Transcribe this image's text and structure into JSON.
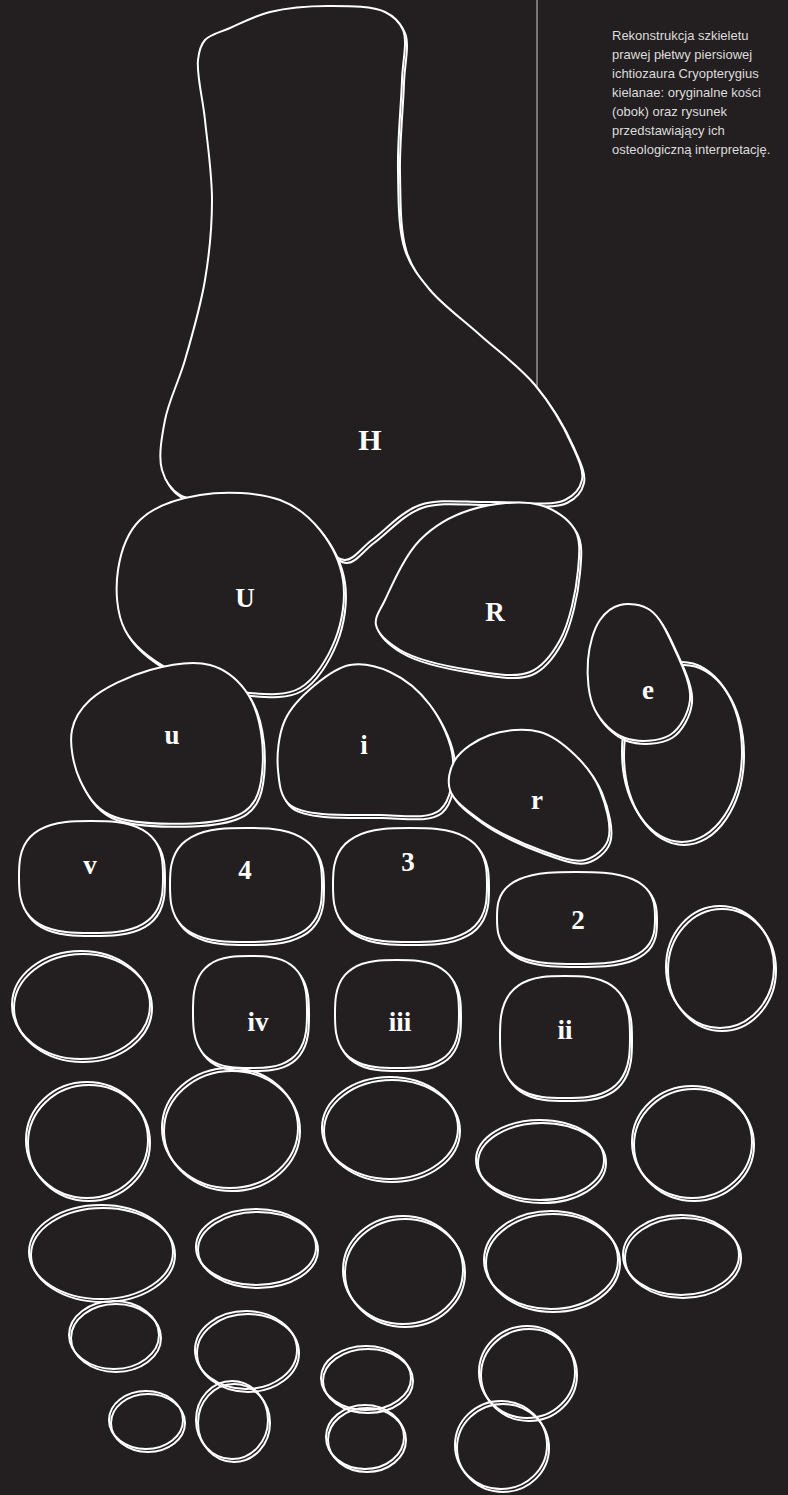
{
  "diagram": {
    "caption": "Rekonstrukcja szkieletu prawej płetwy piersiowej ichtiozaura Cryopterygius kielanae: oryginalne kości (obok) oraz rysunek przedstawiający ich osteologiczną interpretację.",
    "nodes": [
      {
        "text": [
          "H"
        ]
      },
      {
        "text": [
          "U"
        ]
      },
      {
        "text": [
          "R"
        ]
      },
      {
        "text": [
          "e"
        ]
      },
      {
        "text": [
          "u"
        ]
      },
      {
        "text": [
          "i"
        ]
      },
      {
        "text": [
          "r"
        ]
      },
      {
        "text": [
          "v"
        ]
      },
      {
        "text": [
          "4"
        ]
      },
      {
        "text": [
          "3"
        ]
      },
      {
        "text": [
          "2"
        ]
      },
      {
        "text": [
          "iv"
        ]
      },
      {
        "text": [
          "iii"
        ]
      },
      {
        "text": [
          "ii"
        ]
      }
    ]
  }
}
